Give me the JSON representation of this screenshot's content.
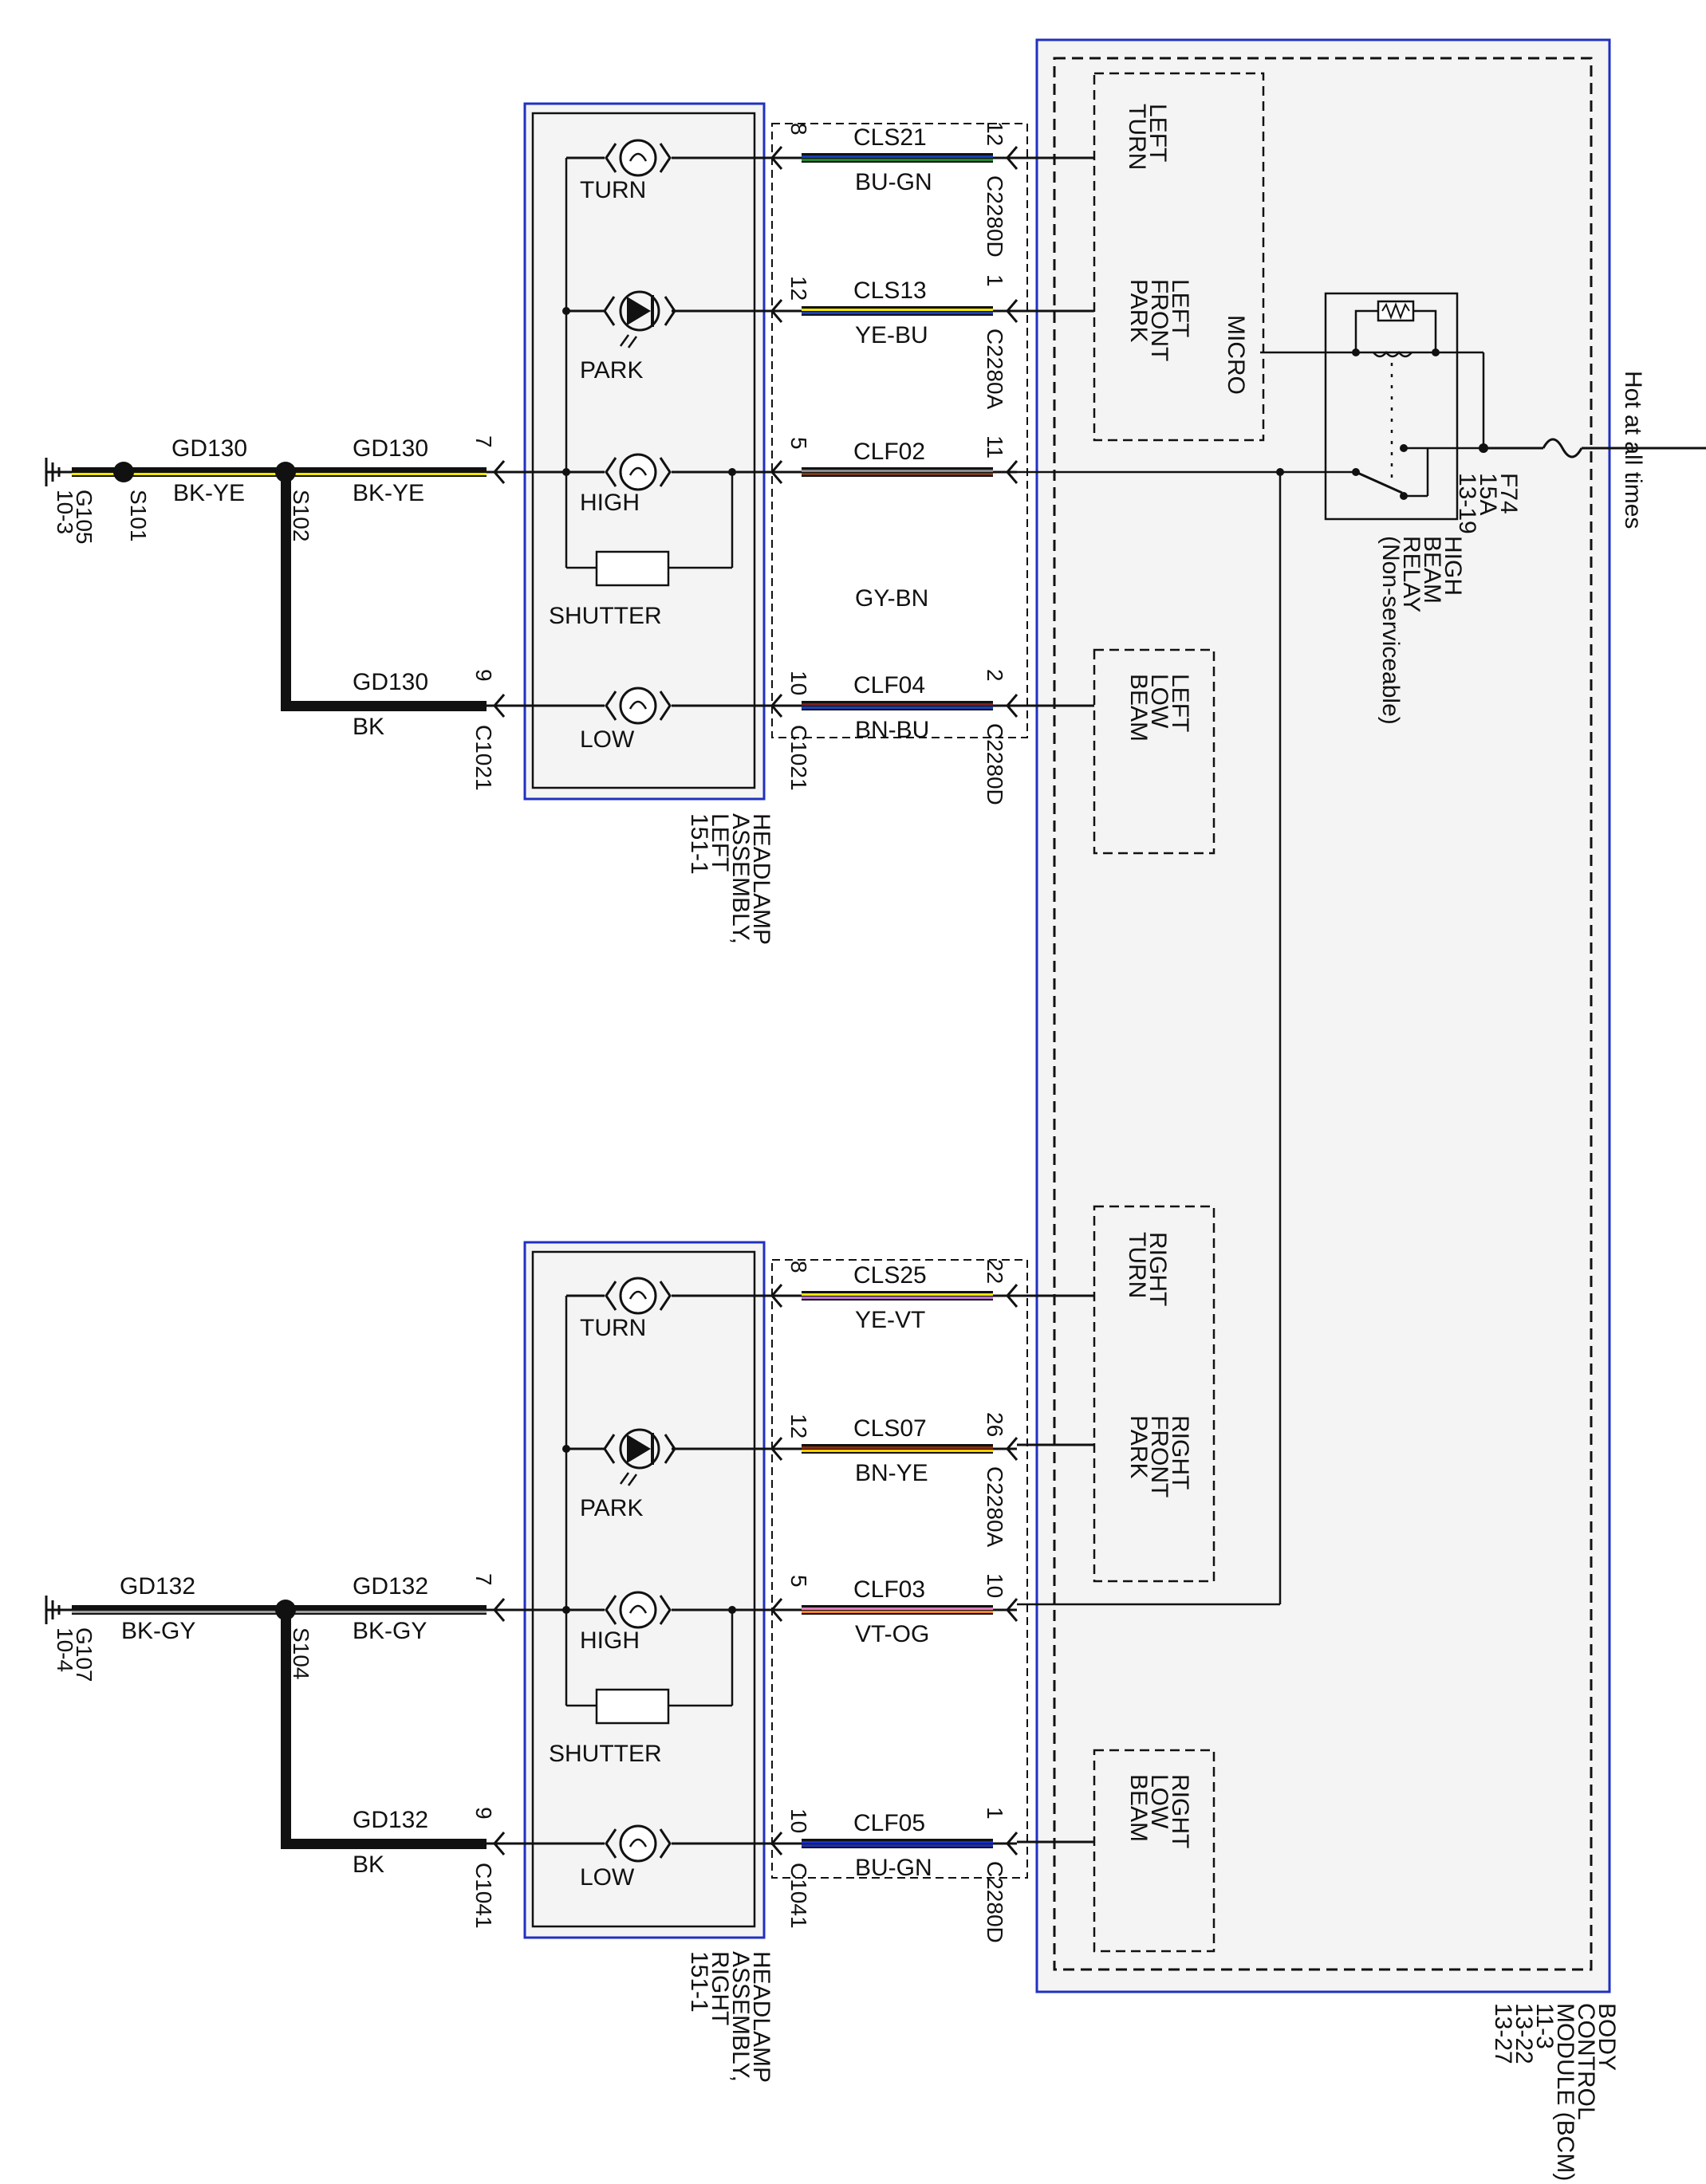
{
  "power": {
    "source_label": "Hot at all times",
    "fuse_lines": [
      "F74",
      "15A",
      "13-19"
    ]
  },
  "relay": {
    "lines": [
      "HIGH",
      "BEAM",
      "RELAY",
      "(Non-serviceable)"
    ]
  },
  "bcm": {
    "lines": [
      "BODY",
      "CONTROL",
      "MODULE (BCM)",
      "11-3",
      "13-22",
      "13-27"
    ],
    "micro_label": "MICRO",
    "functions": {
      "left_turn": [
        "LEFT",
        "TURN"
      ],
      "left_front_park": [
        "LEFT",
        "FRONT",
        "PARK"
      ],
      "left_low_beam": [
        "LEFT",
        "LOW",
        "BEAM"
      ],
      "right_turn": [
        "RIGHT",
        "TURN"
      ],
      "right_front_park": [
        "RIGHT",
        "FRONT",
        "PARK"
      ],
      "right_low_beam": [
        "RIGHT",
        "LOW",
        "BEAM"
      ]
    }
  },
  "colors": {
    "BU-GN": [
      "#1a3fb8",
      "#1e8a2e"
    ],
    "YE-BU": [
      "#f2e600",
      "#1a3fb8"
    ],
    "GY-BN": [
      "#8a8a8a",
      "#7a3a1a"
    ],
    "BN-BU": [
      "#7a2020",
      "#1a3fb8"
    ],
    "YE-VT": [
      "#f2e600",
      "#c070d0"
    ],
    "BN-YE": [
      "#8a2c10",
      "#f2d000"
    ],
    "VT-OG": [
      "#e080c0",
      "#f08030"
    ],
    "BU-GN-2": [
      "#1a2fc0",
      "#1a2fc0"
    ],
    "BK-YE": [
      "#111111",
      "#f2e600"
    ],
    "BK-GY": [
      "#111111",
      "#9a9a9a"
    ]
  },
  "left": {
    "assembly_lines": [
      "HEADLAMP",
      "ASSEMBLY,",
      "LEFT",
      "151-1"
    ],
    "lamps": {
      "turn": "TURN",
      "park": "PARK",
      "high": "HIGH",
      "shutter": "SHUTTER",
      "low": "LOW"
    },
    "circuits": [
      {
        "code": "CLS21",
        "color_label": "BU-GN",
        "hl_pin": "8",
        "bcm_pin": "12",
        "bcm_conn": "C2280D"
      },
      {
        "code": "CLS13",
        "color_label": "YE-BU",
        "hl_pin": "12",
        "bcm_pin": "1",
        "bcm_conn": "C2280A"
      },
      {
        "code": "CLF02",
        "color_label": "GY-BN",
        "hl_pin": "5",
        "bcm_pin": "11",
        "bcm_conn": ""
      },
      {
        "code": "CLF04",
        "color_label": "BN-BU",
        "hl_pin": "10",
        "bcm_pin": "2",
        "bcm_conn": "C2280D"
      }
    ],
    "hl_conn": "C1021",
    "ground": {
      "g_label": "G105",
      "g_page": "10-3",
      "s1": "S101",
      "s2": "S102",
      "circ1": "GD130",
      "col1": "BK-YE",
      "circ2": "GD130",
      "col2": "BK-YE",
      "circ3": "GD130",
      "col3": "BK",
      "pin_high": "7",
      "pin_low": "9",
      "conn": "C1021"
    }
  },
  "right": {
    "assembly_lines": [
      "HEADLAMP",
      "ASSEMBLY,",
      "RIGHT",
      "151-1"
    ],
    "lamps": {
      "turn": "TURN",
      "park": "PARK",
      "high": "HIGH",
      "shutter": "SHUTTER",
      "low": "LOW"
    },
    "circuits": [
      {
        "code": "CLS25",
        "color_label": "YE-VT",
        "hl_pin": "8",
        "bcm_pin": "22",
        "bcm_conn": ""
      },
      {
        "code": "CLS07",
        "color_label": "BN-YE",
        "hl_pin": "12",
        "bcm_pin": "26",
        "bcm_conn": "C2280A"
      },
      {
        "code": "CLF03",
        "color_label": "VT-OG",
        "hl_pin": "5",
        "bcm_pin": "10",
        "bcm_conn": ""
      },
      {
        "code": "CLF05",
        "color_label": "BU-GN",
        "hl_pin": "10",
        "bcm_pin": "1",
        "bcm_conn": "C2280D"
      }
    ],
    "hl_conn": "C1041",
    "ground": {
      "g_label": "G107",
      "g_page": "10-4",
      "s2": "S104",
      "circ1": "GD132",
      "col1": "BK-GY",
      "circ2": "GD132",
      "col2": "BK-GY",
      "circ3": "GD132",
      "col3": "BK",
      "pin_high": "7",
      "pin_low": "9",
      "conn": "C1041"
    }
  }
}
